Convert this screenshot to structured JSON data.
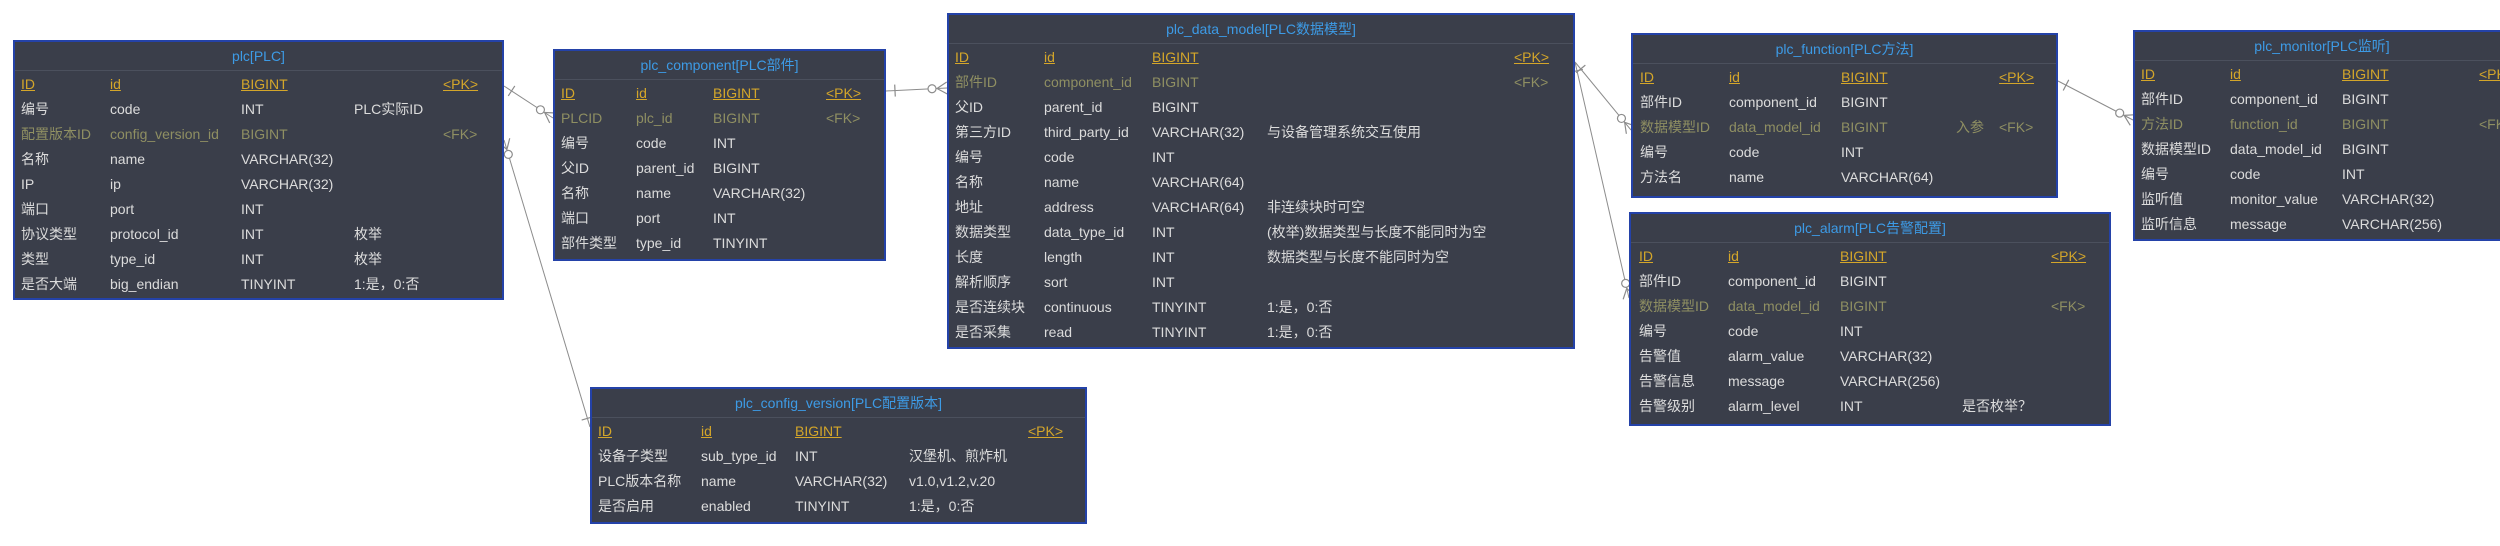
{
  "colors": {
    "page": "#ffffff",
    "background": "#3a3e4a",
    "border": "#2442a8",
    "title": "#3d9be6",
    "text": "#dcdcdc",
    "pk": "#d4a62a",
    "fk": "#8f8f62",
    "line": "#8c8c8c"
  },
  "tables": [
    {
      "title": "plc[PLC]",
      "rows": [
        {
          "cn": "ID",
          "field": "id",
          "type": "BIGINT",
          "key": "<PK>"
        },
        {
          "cn": "编号",
          "field": "code",
          "type": "INT",
          "note": "PLC实际ID"
        },
        {
          "cn": "配置版本ID",
          "field": "config_version_id",
          "type": "BIGINT",
          "key": "<FK>"
        },
        {
          "cn": "名称",
          "field": "name",
          "type": "VARCHAR(32)"
        },
        {
          "cn": "IP",
          "field": "ip",
          "type": "VARCHAR(32)"
        },
        {
          "cn": "端口",
          "field": "port",
          "type": "INT"
        },
        {
          "cn": "协议类型",
          "field": "protocol_id",
          "type": "INT",
          "note": "枚举"
        },
        {
          "cn": "类型",
          "field": "type_id",
          "type": "INT",
          "note": "枚举"
        },
        {
          "cn": "是否大端",
          "field": "big_endian",
          "type": "TINYINT",
          "note": "1:是，0:否"
        }
      ]
    },
    {
      "title": "plc_component[PLC部件]",
      "rows": [
        {
          "cn": "ID",
          "field": "id",
          "type": "BIGINT",
          "key": "<PK>"
        },
        {
          "cn": "PLCID",
          "field": "plc_id",
          "type": "BIGINT",
          "key": "<FK>"
        },
        {
          "cn": "编号",
          "field": "code",
          "type": "INT"
        },
        {
          "cn": "父ID",
          "field": "parent_id",
          "type": "BIGINT"
        },
        {
          "cn": "名称",
          "field": "name",
          "type": "VARCHAR(32)"
        },
        {
          "cn": "端口",
          "field": "port",
          "type": "INT"
        },
        {
          "cn": "部件类型",
          "field": "type_id",
          "type": "TINYINT"
        }
      ]
    },
    {
      "title": "plc_data_model[PLC数据模型]",
      "rows": [
        {
          "cn": "ID",
          "field": "id",
          "type": "BIGINT",
          "key": "<PK>"
        },
        {
          "cn": "部件ID",
          "field": "component_id",
          "type": "BIGINT",
          "key": "<FK>"
        },
        {
          "cn": "父ID",
          "field": "parent_id",
          "type": "BIGINT"
        },
        {
          "cn": "第三方ID",
          "field": "third_party_id",
          "type": "VARCHAR(32)",
          "note": "与设备管理系统交互使用"
        },
        {
          "cn": "编号",
          "field": "code",
          "type": "INT"
        },
        {
          "cn": "名称",
          "field": "name",
          "type": "VARCHAR(64)"
        },
        {
          "cn": "地址",
          "field": "address",
          "type": "VARCHAR(64)",
          "note": "非连续块时可空"
        },
        {
          "cn": "数据类型",
          "field": "data_type_id",
          "type": "INT",
          "note": "(枚举)数据类型与长度不能同时为空"
        },
        {
          "cn": "长度",
          "field": "length",
          "type": "INT",
          "note": "数据类型与长度不能同时为空"
        },
        {
          "cn": "解析顺序",
          "field": "sort",
          "type": "INT"
        },
        {
          "cn": "是否连续块",
          "field": "continuous",
          "type": "TINYINT",
          "note": "1:是，0:否"
        },
        {
          "cn": "是否采集",
          "field": "read",
          "type": "TINYINT",
          "note": "1:是，0:否"
        }
      ]
    },
    {
      "title": "plc_function[PLC方法]",
      "rows": [
        {
          "cn": "ID",
          "field": "id",
          "type": "BIGINT",
          "key": "<PK>"
        },
        {
          "cn": "部件ID",
          "field": "component_id",
          "type": "BIGINT"
        },
        {
          "cn": "数据模型ID",
          "field": "data_model_id",
          "type": "BIGINT",
          "note": "入参",
          "key": "<FK>"
        },
        {
          "cn": "编号",
          "field": "code",
          "type": "INT"
        },
        {
          "cn": "方法名",
          "field": "name",
          "type": "VARCHAR(64)"
        }
      ]
    },
    {
      "title": "plc_monitor[PLC监听]",
      "rows": [
        {
          "cn": "ID",
          "field": "id",
          "type": "BIGINT",
          "key": "<PK>"
        },
        {
          "cn": "部件ID",
          "field": "component_id",
          "type": "BIGINT"
        },
        {
          "cn": "方法ID",
          "field": "function_id",
          "type": "BIGINT",
          "key": "<FK>"
        },
        {
          "cn": "数据模型ID",
          "field": "data_model_id",
          "type": "BIGINT"
        },
        {
          "cn": "编号",
          "field": "code",
          "type": "INT"
        },
        {
          "cn": "监听值",
          "field": "monitor_value",
          "type": "VARCHAR(32)"
        },
        {
          "cn": "监听信息",
          "field": "message",
          "type": "VARCHAR(256)"
        }
      ]
    },
    {
      "title": "plc_alarm[PLC告警配置]",
      "rows": [
        {
          "cn": "ID",
          "field": "id",
          "type": "BIGINT",
          "key": "<PK>"
        },
        {
          "cn": "部件ID",
          "field": "component_id",
          "type": "BIGINT"
        },
        {
          "cn": "数据模型ID",
          "field": "data_model_id",
          "type": "BIGINT",
          "key": "<FK>"
        },
        {
          "cn": "编号",
          "field": "code",
          "type": "INT"
        },
        {
          "cn": "告警值",
          "field": "alarm_value",
          "type": "VARCHAR(32)"
        },
        {
          "cn": "告警信息",
          "field": "message",
          "type": "VARCHAR(256)"
        },
        {
          "cn": "告警级别",
          "field": "alarm_level",
          "type": "INT",
          "note": "是否枚举？"
        }
      ]
    },
    {
      "title": "plc_config_version[PLC配置版本]",
      "rows": [
        {
          "cn": "ID",
          "field": "id",
          "type": "BIGINT",
          "key": "<PK>"
        },
        {
          "cn": "设备子类型",
          "field": "sub_type_id",
          "type": "INT",
          "note": "汉堡机、煎炸机"
        },
        {
          "cn": "PLC版本名称",
          "field": "name",
          "type": "VARCHAR(32)",
          "note": "v1.0,v1.2,v.20"
        },
        {
          "cn": "是否启用",
          "field": "enabled",
          "type": "TINYINT",
          "note": "1:是，0:否"
        }
      ]
    }
  ]
}
